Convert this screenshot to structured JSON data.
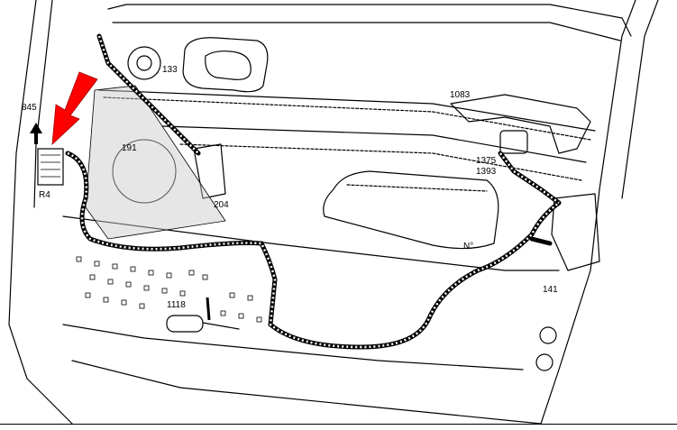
{
  "callouts": {
    "c845": "845",
    "cR4": "R4",
    "c133": "133",
    "c191": "191",
    "c204": "204",
    "c1083": "1083",
    "c1375": "1375",
    "c1393": "1393",
    "cN": "N°",
    "c1118": "1118",
    "c141": "141"
  },
  "colors": {
    "line": "#000000",
    "arrow": "#ff0000",
    "shade": "#c8c8c8",
    "background": "#ffffff"
  },
  "icons": {
    "pointer_arrow": "red-arrow-icon",
    "direction_arrow": "up-arrow-icon"
  }
}
